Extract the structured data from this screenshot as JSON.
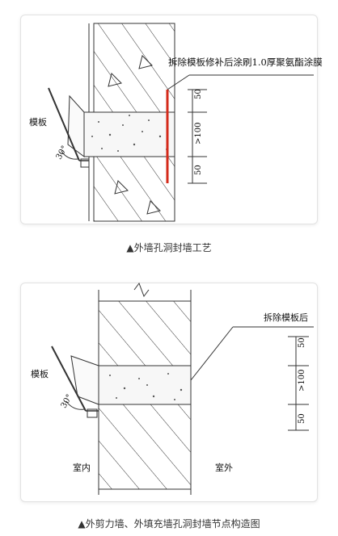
{
  "figure1": {
    "caption": "▲外墙孔洞封墙工艺",
    "note_text": "拆除模板修补后涂刷1.0厚聚氨酯涂膜",
    "formwork_label": "模板",
    "angle_label": "30°",
    "dims": [
      "50",
      ">100",
      "50"
    ]
  },
  "figure2": {
    "caption": "▲外剪力墙、外填充墙孔洞封墙节点构造图",
    "note_text": "拆除模板后",
    "formwork_label": "模板",
    "angle_label": "30°",
    "dims": [
      "50",
      ">100",
      "50"
    ],
    "indoor_label": "室内",
    "outdoor_label": "室外"
  },
  "colors": {
    "accent_line": "#d42a1a",
    "hatch": "#333333"
  }
}
